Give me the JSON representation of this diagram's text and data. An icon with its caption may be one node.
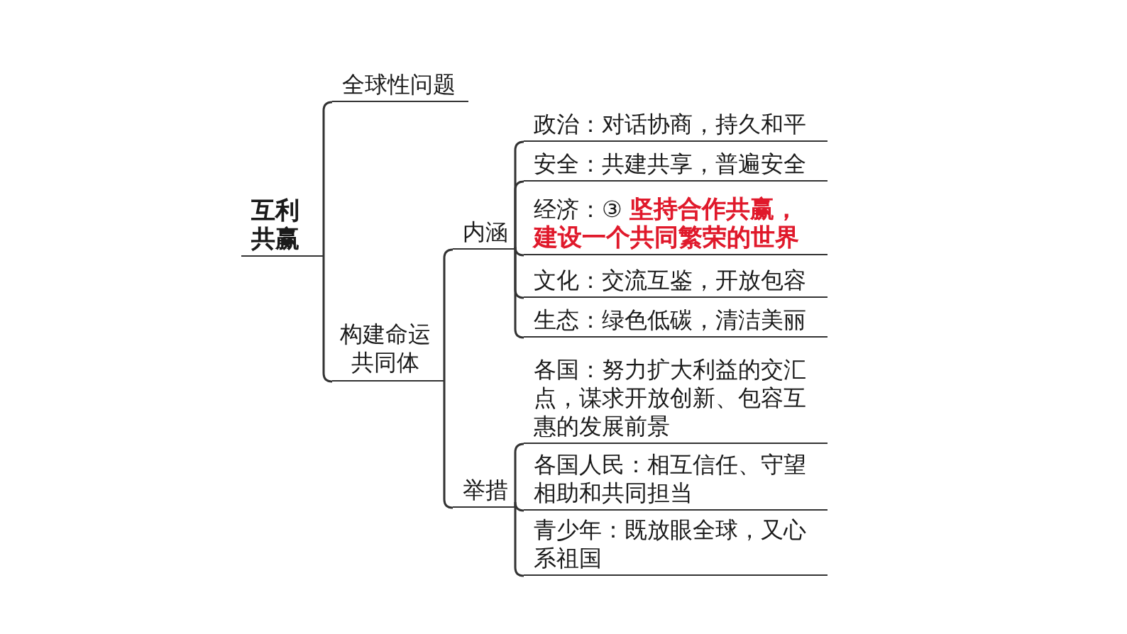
{
  "diagram": {
    "nodes": [
      {
        "text": [
          "互利共赢"
        ]
      },
      {
        "text": [
          "全球性问题"
        ]
      },
      {
        "text": [
          "构建命运共同体"
        ]
      },
      {
        "text": [
          "内涵"
        ]
      },
      {
        "text": [
          "举措"
        ]
      },
      {
        "text": [
          "政治：对话协商，持久和平"
        ]
      },
      {
        "text": [
          "安全：共建共享，普遍安全"
        ]
      },
      {
        "text": [
          "经济：③",
          "坚持合作共赢，建设一个共同繁荣的世界"
        ]
      },
      {
        "text": [
          "文化：交流互鉴，开放包容"
        ]
      },
      {
        "text": [
          "生态：绿色低碳，清洁美丽"
        ]
      },
      {
        "text": [
          "各国：努力扩大利益的交汇点，谋求开放创新、包容互惠的发展前景"
        ]
      },
      {
        "text": [
          "各国人民：相互信任、守望相助和共同担当"
        ]
      },
      {
        "text": [
          "青少年：既放眼全球，又心系祖国"
        ]
      }
    ],
    "edges": [
      {
        "from": 0,
        "to": 1,
        "arrow": "none"
      },
      {
        "from": 0,
        "to": 2,
        "arrow": "none"
      },
      {
        "from": 2,
        "to": 3,
        "arrow": "none"
      },
      {
        "from": 2,
        "to": 4,
        "arrow": "none"
      },
      {
        "from": 3,
        "to": 5,
        "arrow": "none"
      },
      {
        "from": 3,
        "to": 6,
        "arrow": "none"
      },
      {
        "from": 3,
        "to": 7,
        "arrow": "none"
      },
      {
        "from": 3,
        "to": 8,
        "arrow": "none"
      },
      {
        "from": 3,
        "to": 9,
        "arrow": "none"
      },
      {
        "from": 4,
        "to": 10,
        "arrow": "none"
      },
      {
        "from": 4,
        "to": 11,
        "arrow": "none"
      },
      {
        "from": 4,
        "to": 12,
        "arrow": "none"
      }
    ]
  }
}
